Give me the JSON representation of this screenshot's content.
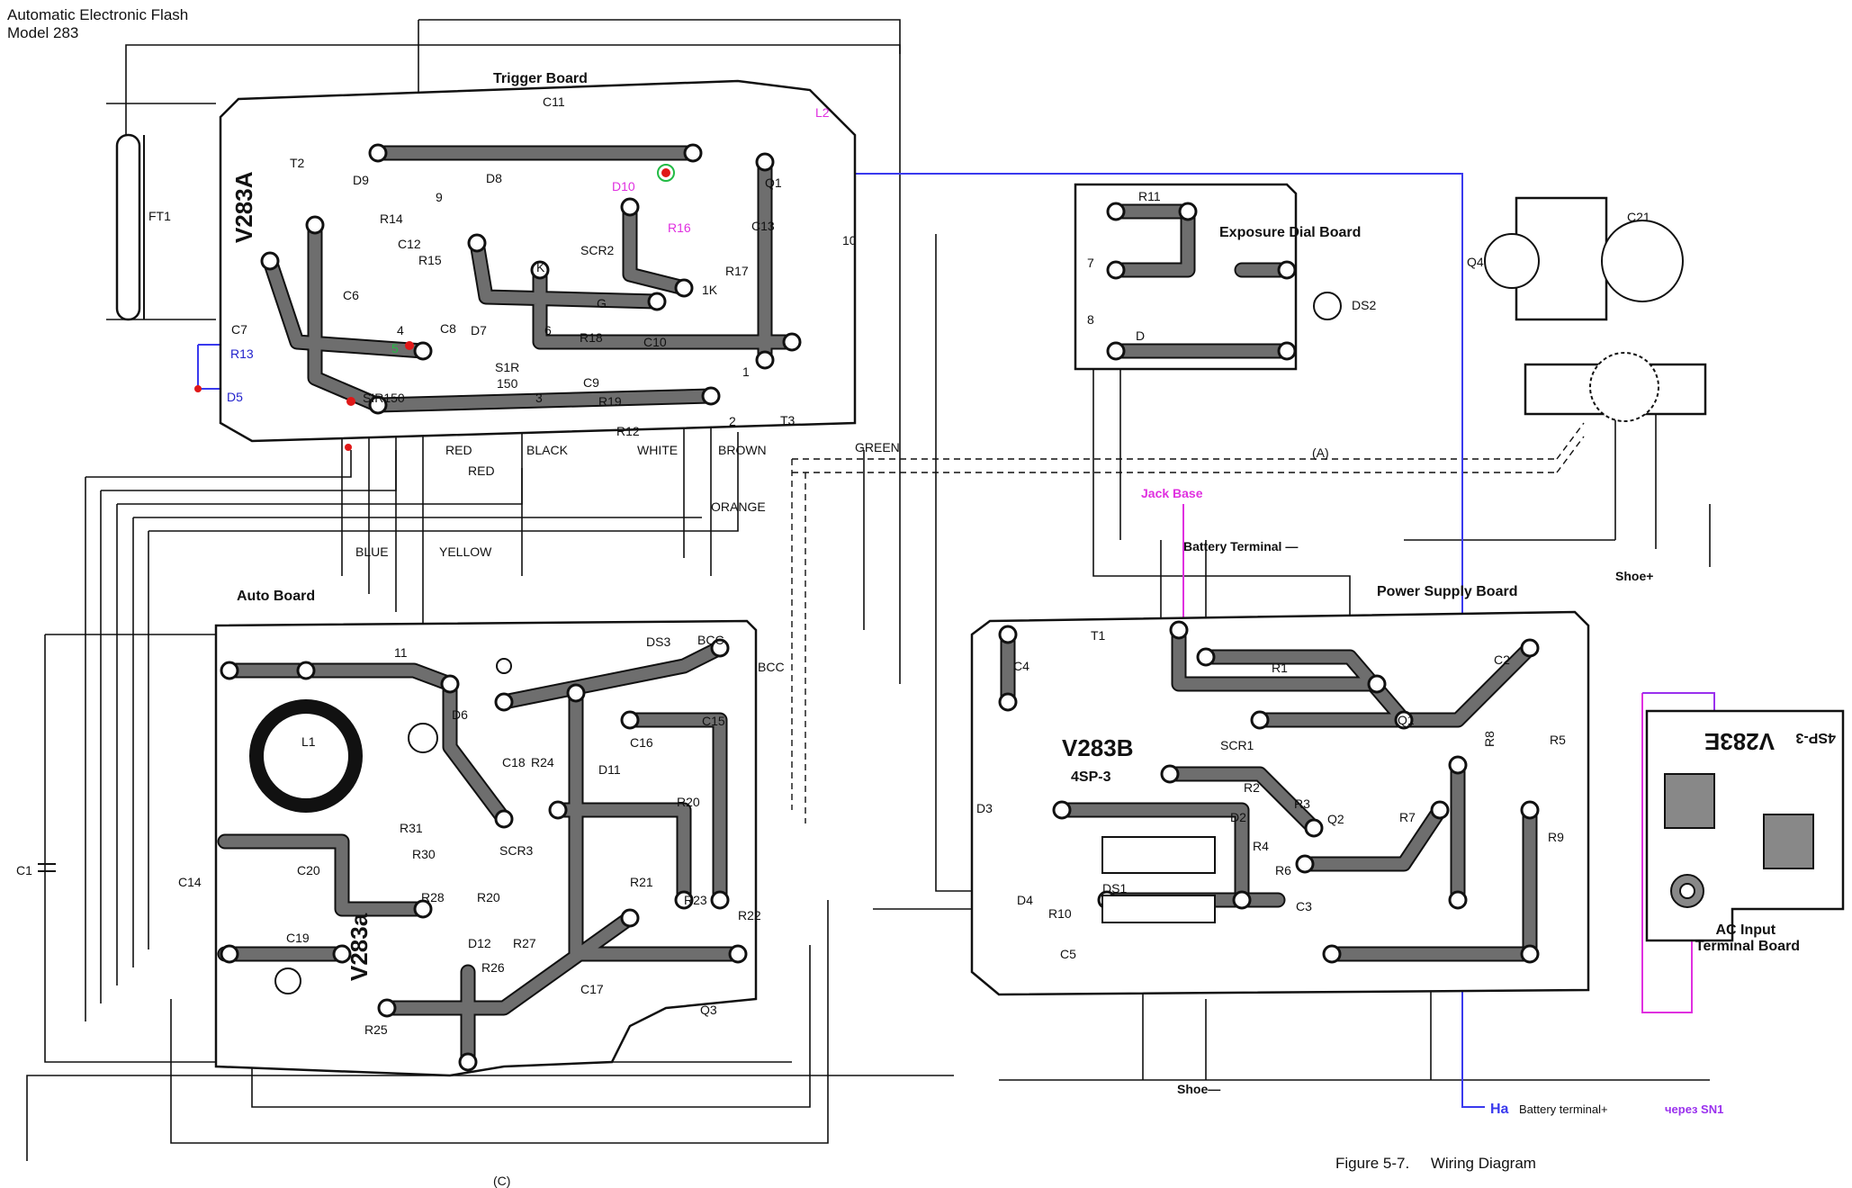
{
  "title": {
    "line1": "Automatic Electronic Flash",
    "line2": "Model  283"
  },
  "caption": "Figure 5-7.     Wiring Diagram",
  "boards": {
    "trigger": "Trigger Board",
    "exposure": "Exposure Dial Board",
    "auto": "Auto Board",
    "power": "Power Supply Board",
    "ac": "AC  Input\nTerminal Board"
  },
  "board_marks": {
    "trigger_code": "V283A",
    "auto_code": "V283a",
    "power_code": "V283B",
    "power_code2": "4SP-3",
    "ac_code": "V283E",
    "ac_code2": "4SP-3"
  },
  "wire_colors": [
    "RED",
    "BLACK",
    "WHITE",
    "BROWN",
    "RED",
    "GREEN",
    "ORANGE",
    "BLUE",
    "YELLOW"
  ],
  "labels": {
    "jack_base": "Jack Base",
    "battery_minus": "Battery Terminal —",
    "shoe_plus": "Shoe+",
    "shoe_minus": "Shoe—",
    "battery_plus": "Battery terminal+",
    "na": "Ha",
    "cherez": "через SN1",
    "bus_a": "(A)",
    "bus_c": "(C)",
    "ft1": "FT1",
    "c1": "C1",
    "q4": "Q4",
    "c21": "C21",
    "ds2": "DS2",
    "bcc1": "BCC",
    "bcc2": "BCC"
  },
  "trigger_parts": [
    "C11",
    "L2",
    "T2",
    "D9",
    "D8",
    "D10",
    "Q1",
    "R14",
    "C12",
    "SCR2",
    "R16",
    "C13",
    "R15",
    "K",
    "G",
    "R17",
    "1K",
    "C6",
    "C7",
    "R13",
    "C8",
    "D7",
    "R18",
    "C9",
    "D5",
    "SIR150",
    "S1R",
    "150",
    "R19",
    "R12",
    "T3",
    "C10"
  ],
  "auto_parts": [
    "DS3",
    "C15",
    "D6",
    "L1",
    "C16",
    "C18",
    "R24",
    "D11",
    "R20",
    "R31",
    "R30",
    "SCR3",
    "C14",
    "C20",
    "R28",
    "R20",
    "R21",
    "R23",
    "R22",
    "C19",
    "D12",
    "R27",
    "R26",
    "C17",
    "Q3",
    "R25"
  ],
  "power_parts": [
    "T1",
    "C4",
    "R1",
    "C2",
    "Q1",
    "SCR1",
    "R5",
    "R8",
    "R2",
    "R3",
    "Q2",
    "R7",
    "R9",
    "D3",
    "D2",
    "R4",
    "R6",
    "C3",
    "D4",
    "R10",
    "DS1",
    "C5"
  ],
  "exposure_parts": [
    "R11",
    "D"
  ],
  "terminal_numbers": [
    "1",
    "2",
    "3",
    "4",
    "5",
    "6",
    "7",
    "8",
    "9",
    "10",
    "11"
  ]
}
